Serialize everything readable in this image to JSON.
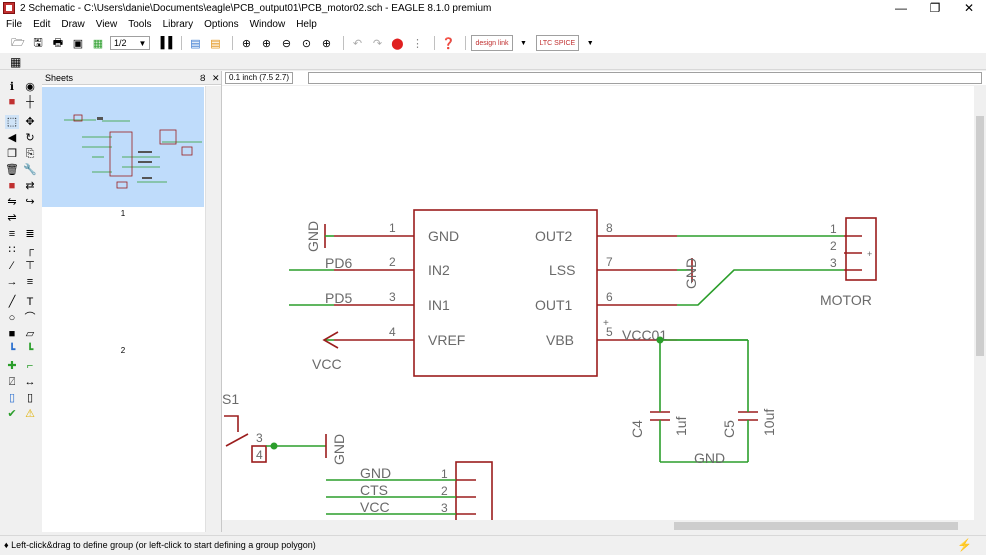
{
  "window": {
    "title": "2 Schematic - C:\\Users\\danie\\Documents\\eagle\\PCB_output01\\PCB_motor02.sch - EAGLE 8.1.0 premium",
    "minimize": "—",
    "restore": "❐",
    "close": "✕"
  },
  "menu": [
    "File",
    "Edit",
    "Draw",
    "View",
    "Tools",
    "Library",
    "Options",
    "Window",
    "Help"
  ],
  "toolbar": {
    "sheet_combo": "1/2",
    "design_link": "design link",
    "ltc_spice": "LTC SPICE"
  },
  "sheets_panel": {
    "title": "Sheets",
    "pin": "Ȣ",
    "close": "✕",
    "sheet1_label": "1",
    "sheet2_label": "2"
  },
  "command_bar": {
    "coordinate": "0.1 inch (7.5 2.7)",
    "command_value": ""
  },
  "schematic": {
    "ic": {
      "left_pins": [
        {
          "num": "1",
          "name": "GND",
          "net": "GND"
        },
        {
          "num": "2",
          "name": "IN2",
          "net": "PD6"
        },
        {
          "num": "3",
          "name": "IN1",
          "net": "PD5"
        },
        {
          "num": "4",
          "name": "VREF",
          "net": "VCC"
        }
      ],
      "right_pins": [
        {
          "num": "8",
          "name": "OUT2"
        },
        {
          "num": "7",
          "name": "LSS"
        },
        {
          "num": "6",
          "name": "OUT1"
        },
        {
          "num": "5",
          "name": "VBB"
        }
      ],
      "pin5_prefix": "+",
      "pin7_net": "GND",
      "vbb_net": "VCC01"
    },
    "motor": {
      "pins": [
        "1",
        "2",
        "3"
      ],
      "label": "MOTOR",
      "plus": "+"
    },
    "caps": [
      {
        "name": "C4",
        "value": "1uf"
      },
      {
        "name": "C5",
        "value": "10uf"
      }
    ],
    "cap_gnd": "GND",
    "switch": {
      "name": "S1",
      "pin3": "3",
      "pin4": "4",
      "gnd": "GND"
    },
    "connector": {
      "pins": [
        "1",
        "2",
        "3"
      ],
      "nets": [
        "GND",
        "CTS",
        "VCC"
      ]
    }
  },
  "status": {
    "message": "♦ Left-click&drag to define group (or left-click to start defining a group polygon)",
    "go_icon": "⚡"
  },
  "colors": {
    "net_green": "#2b9e2b",
    "part_red": "#9b1d1d",
    "text_gray": "#6a6a6a",
    "thumb_blue": "#bfdcfb"
  }
}
